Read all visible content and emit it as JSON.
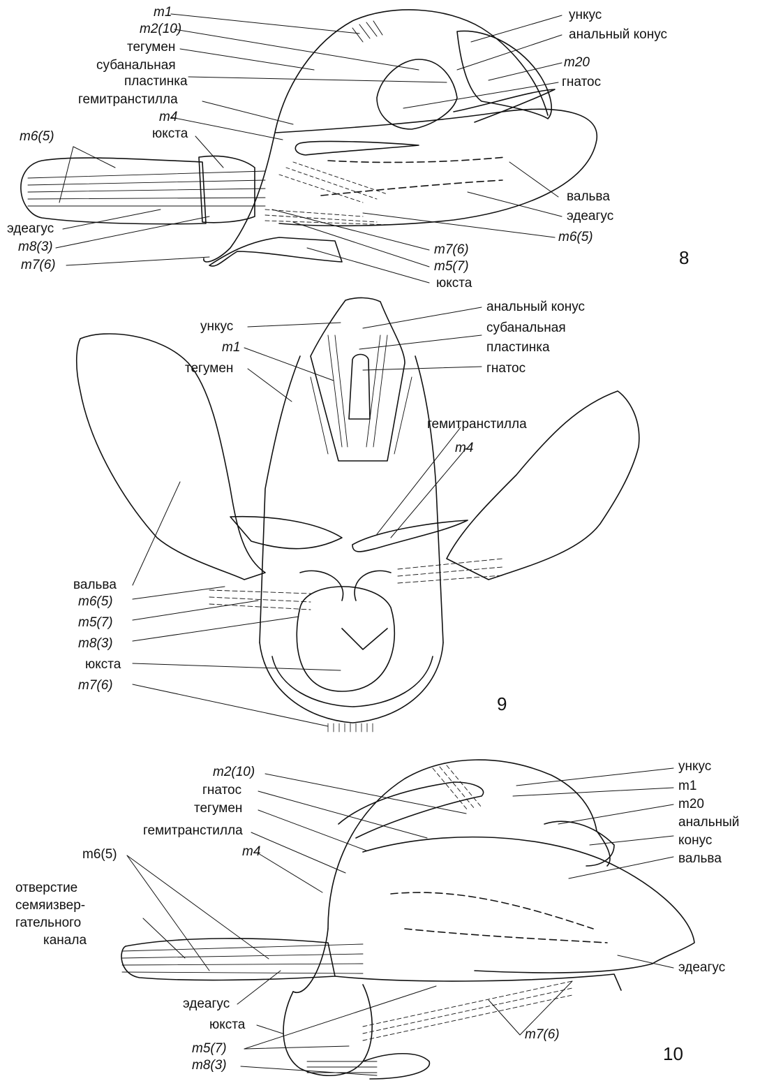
{
  "fig8": {
    "number": "8",
    "labels": {
      "m1": "m1",
      "m2_10": "m2(10)",
      "tegumen": "тегумен",
      "subanal1": "субанальная",
      "subanal2": "пластинка",
      "hemitranstilla": "гемитранстилла",
      "m4": "m4",
      "juxta": "юкста",
      "m6_5_left": "m6(5)",
      "aedeagus_left": "эдеагус",
      "m8_3": "m8(3)",
      "m7_6_left": "m7(6)",
      "uncus": "ункус",
      "anal_cone": "анальный конус",
      "m20": "m20",
      "gnathos": "гнатос",
      "valva": "вальва",
      "aedeagus_right": "эдеагус",
      "m6_5_right": "m6(5)",
      "m7_6_right": "m7(6)",
      "m5_7": "m5(7)",
      "juxta_bottom": "юкста"
    }
  },
  "fig9": {
    "number": "9",
    "labels": {
      "uncus": "ункус",
      "m1": "m1",
      "tegumen": "тегумен",
      "anal_cone": "анальный конус",
      "subanal1": "субанальная",
      "subanal2": "пластинка",
      "gnathos": "гнатос",
      "hemitranstilla": "гемитранстилла",
      "m4": "m4",
      "valva": "вальва",
      "m6_5": "m6(5)",
      "m5_7": "m5(7)",
      "m8_3": "m8(3)",
      "juxta": "юкста",
      "m7_6": "m7(6)"
    }
  },
  "fig10": {
    "number": "10",
    "labels": {
      "m2_10": "m2(10)",
      "gnathos": "гнатос",
      "tegumen": "тегумен",
      "hemitranstilla": "гемитранстилла",
      "m4": "m4",
      "m6_5": "m6(5)",
      "opening1": "отверстие",
      "opening2": "семяизвер-",
      "opening3": "гательного",
      "opening4": "канала",
      "aedeagus_left": "эдеагус",
      "juxta": "юкста",
      "m5_7": "m5(7)",
      "m8_3": "m8(3)",
      "uncus": "ункус",
      "m1": "m1",
      "m20": "m20",
      "anal_cone1": "анальный",
      "anal_cone2": "конус",
      "valva": "вальва",
      "aedeagus_right": "эдеагус",
      "m7_6": "m7(6)"
    }
  }
}
